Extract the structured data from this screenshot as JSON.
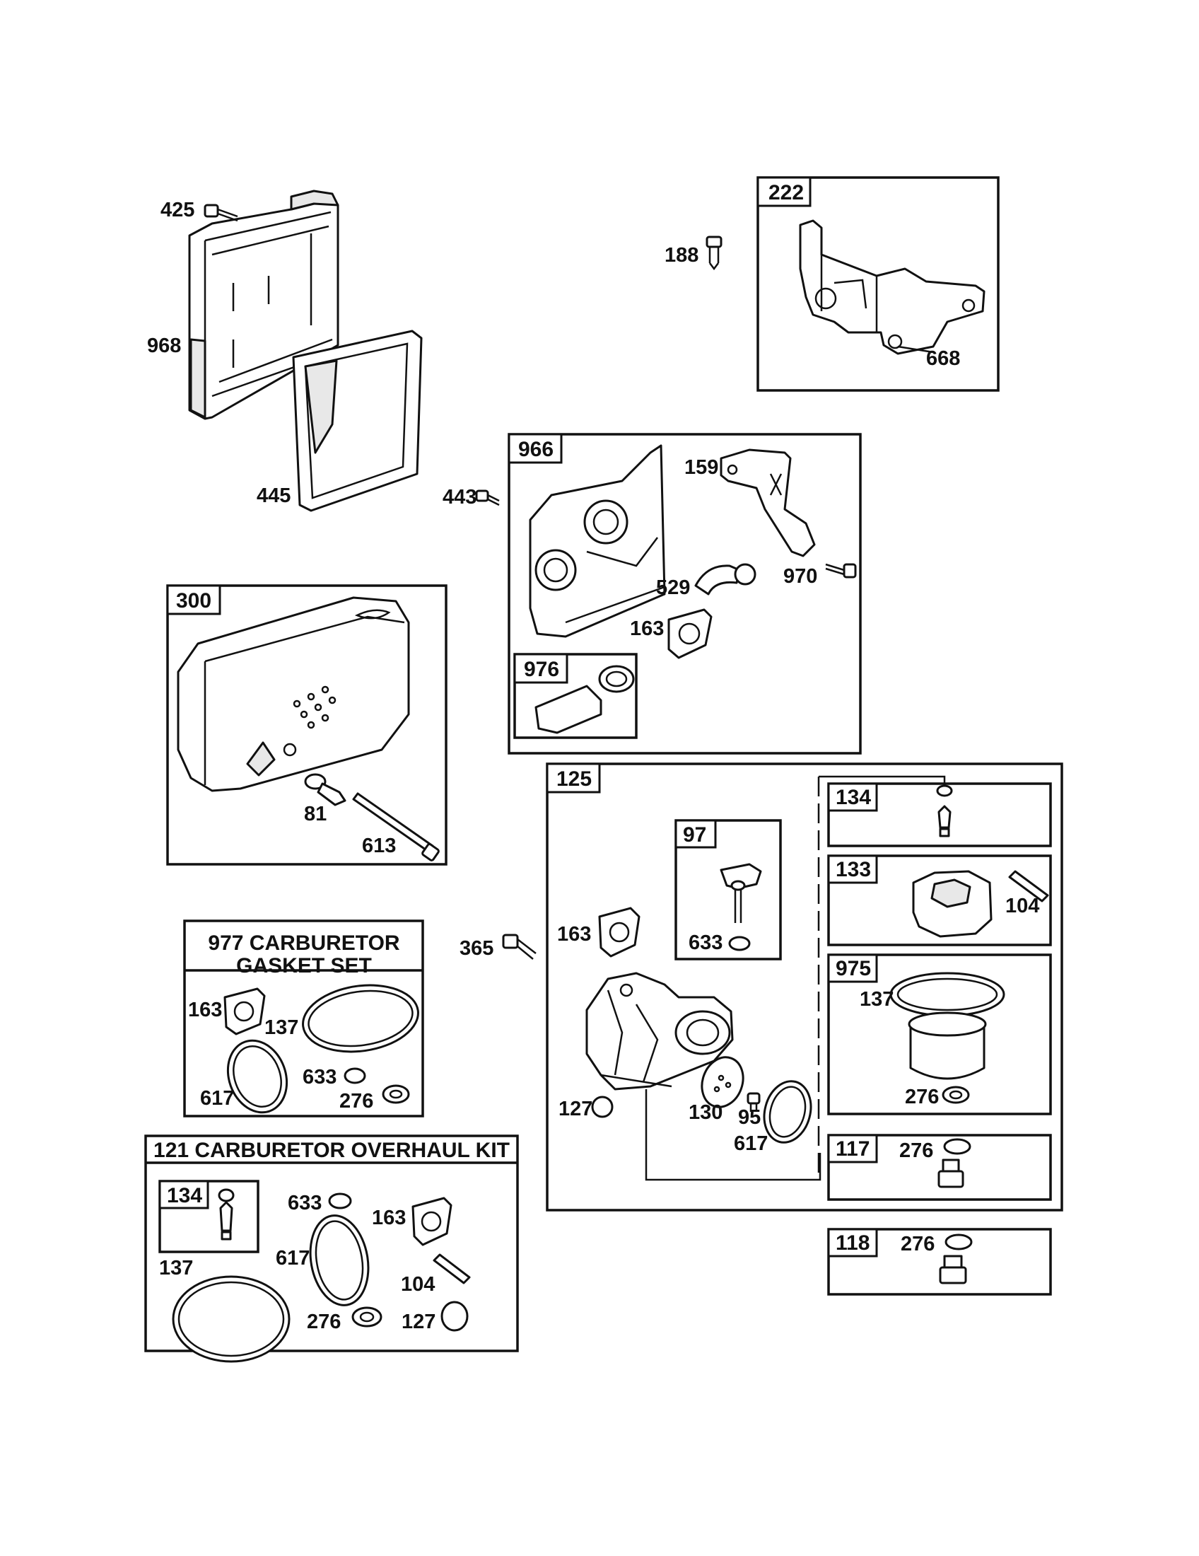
{
  "sections": {
    "s222": "222",
    "s966": "966",
    "s976": "976",
    "s300": "300",
    "s125": "125",
    "s97": "97",
    "s134a": "134",
    "s133": "133",
    "s975": "975",
    "s117": "117",
    "s118": "118",
    "s134b": "134"
  },
  "kits": {
    "gasket_line1": "977 CARBURETOR",
    "gasket_line2": "GASKET SET",
    "overhaul": "121 CARBURETOR OVERHAUL KIT"
  },
  "labels": {
    "p425": "425",
    "p968": "968",
    "p445": "445",
    "p188": "188",
    "p668": "668",
    "p443": "443",
    "p159": "159",
    "p970": "970",
    "p529": "529",
    "p163a": "163",
    "p81": "81",
    "p613": "613",
    "p365": "365",
    "p163b": "163",
    "p633a": "633",
    "p127a": "127",
    "p130": "130",
    "p95": "95",
    "p617a": "617",
    "p104a": "104",
    "p137a": "137",
    "p276a": "276",
    "p276b": "276",
    "p276c": "276",
    "p163c": "163",
    "p137b": "137",
    "p617b": "617",
    "p633b": "633",
    "p276d": "276",
    "p633c": "633",
    "p163d": "163",
    "p617c": "617",
    "p137c": "137",
    "p104b": "104",
    "p276e": "276",
    "p127b": "127"
  },
  "icons": [
    "air-filter-base",
    "air-filter-cartridge",
    "control-bracket",
    "air-cleaner-base-plate",
    "muffler",
    "carburetor",
    "float-bowl",
    "gaskets",
    "screws"
  ]
}
